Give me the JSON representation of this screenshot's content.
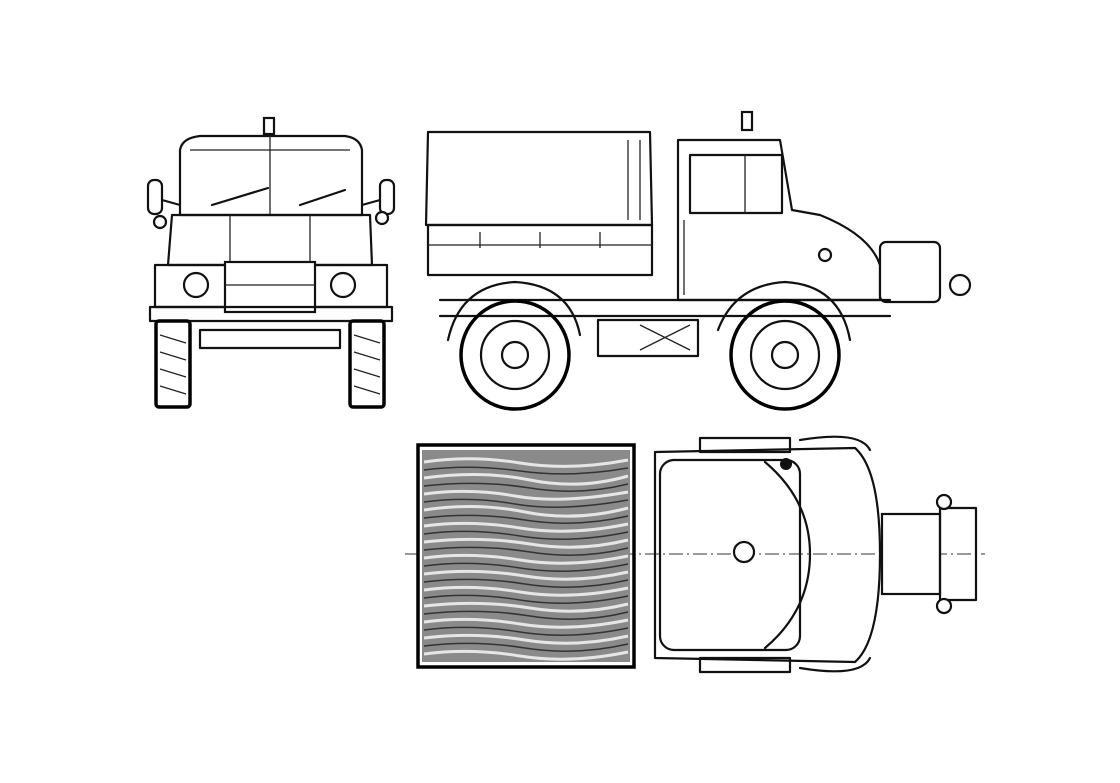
{
  "drawing": {
    "views": [
      "front",
      "side",
      "top"
    ],
    "colors": {
      "line": "#111111",
      "background": "#ffffff",
      "tarp_texture": "#555555"
    }
  }
}
